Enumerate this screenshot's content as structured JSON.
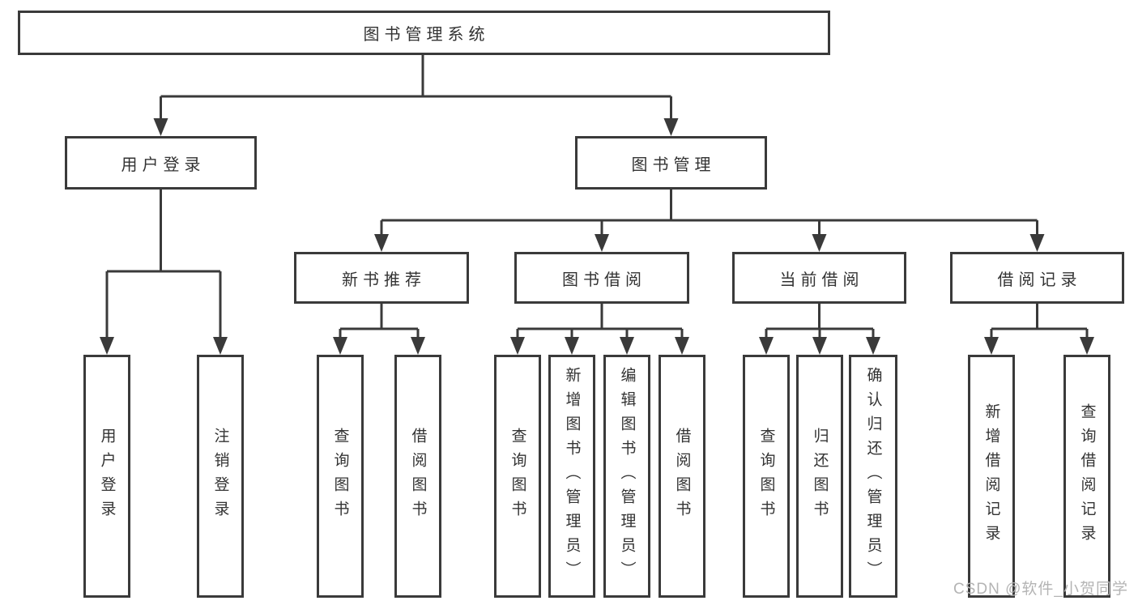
{
  "diagram": {
    "root": {
      "label": "图书管理系统",
      "children": [
        {
          "label": "用户登录",
          "children": [
            {
              "label": "用户登录"
            },
            {
              "label": "注销登录"
            }
          ]
        },
        {
          "label": "图书管理",
          "children": [
            {
              "label": "新书推荐",
              "children": [
                {
                  "label": "查询图书"
                },
                {
                  "label": "借阅图书"
                }
              ]
            },
            {
              "label": "图书借阅",
              "children": [
                {
                  "label": "查询图书"
                },
                {
                  "label": "新增图书（管理员）"
                },
                {
                  "label": "编辑图书（管理员）"
                },
                {
                  "label": "借阅图书"
                }
              ]
            },
            {
              "label": "当前借阅",
              "children": [
                {
                  "label": "查询图书"
                },
                {
                  "label": "归还图书"
                },
                {
                  "label": "确认归还（管理员）"
                }
              ]
            },
            {
              "label": "借阅记录",
              "children": [
                {
                  "label": "新增借阅记录"
                },
                {
                  "label": "查询借阅记录"
                }
              ]
            }
          ]
        }
      ]
    }
  },
  "watermark": {
    "text": "CSDN @软件_小贺同学"
  },
  "colors": {
    "line": "#3a3a3a",
    "box_border": "#3a3a3a",
    "text": "#333333",
    "watermark": "#b4b4b4",
    "background": "#ffffff"
  }
}
